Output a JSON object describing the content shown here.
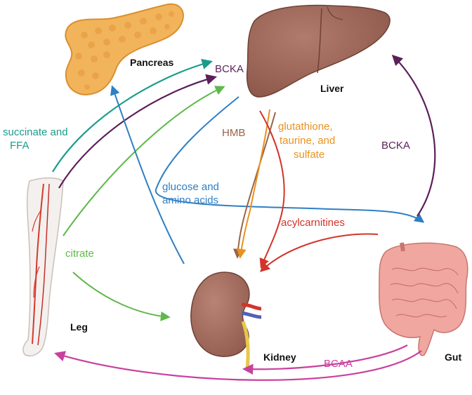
{
  "organs": {
    "pancreas": "Pancreas",
    "liver": "Liver",
    "leg": "Leg",
    "kidney": "Kidney",
    "gut": "Gut"
  },
  "flows": {
    "succinate_ffa_line1": "succinate and",
    "succinate_ffa_line2": "FFA",
    "bcka_top": "BCKA",
    "citrate": "citrate",
    "hmb": "HMB",
    "gts_line1": "glutathione,",
    "gts_line2": "taurine, and",
    "gts_line3": "sulfate",
    "glucose_line1": "glucose and",
    "glucose_line2": "amino acids",
    "bcka_right": "BCKA",
    "acylcarnitines": "acylcarnitines",
    "bcaa": "BCAA"
  },
  "colors": {
    "teal": "#1a9c8c",
    "purple": "#5b1f5a",
    "green": "#5db94a",
    "blue": "#2e7fc4",
    "brown": "#9a6448",
    "orange": "#e8921e",
    "red": "#d3342a",
    "magenta": "#c9409e"
  }
}
